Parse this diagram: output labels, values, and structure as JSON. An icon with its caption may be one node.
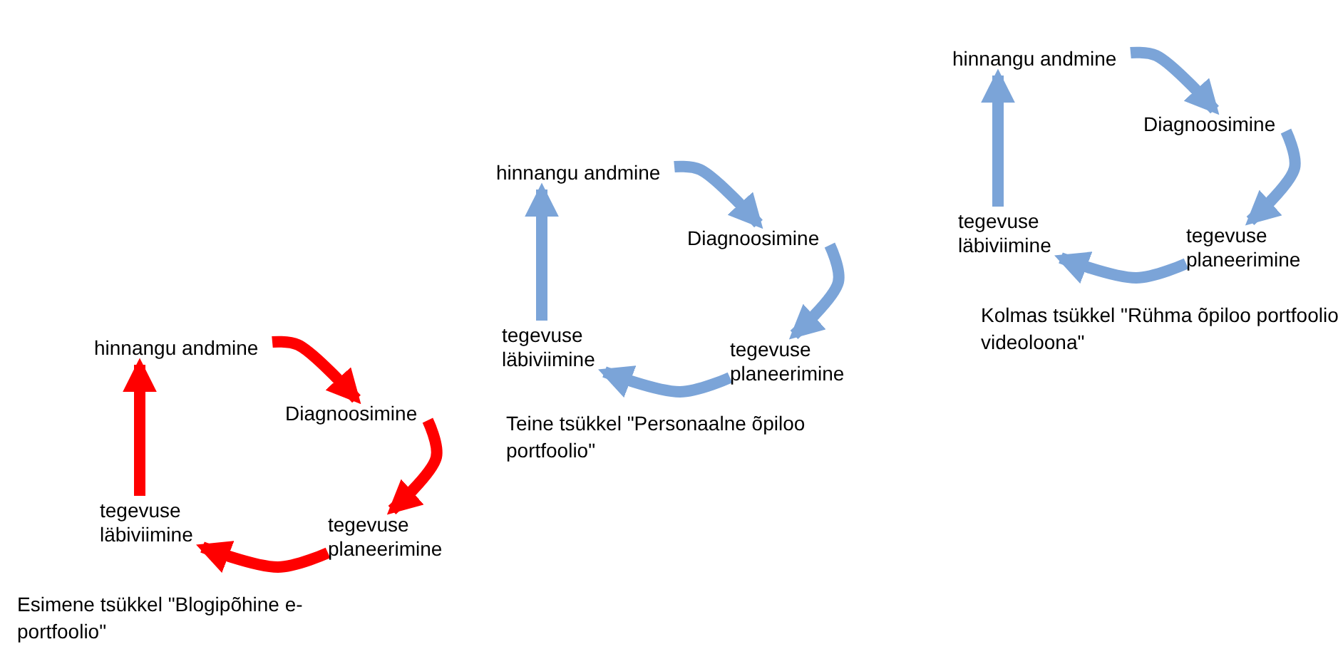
{
  "diagram": {
    "nodes": [
      {
        "text": [
          "hinnangu andmine"
        ]
      },
      {
        "text": [
          "Diagnoosimine"
        ]
      },
      {
        "text": [
          "tegevuse planeerimine"
        ]
      },
      {
        "text": [
          "tegevuse läbiviimine"
        ]
      },
      {
        "text": [
          "hinnangu andmine"
        ]
      },
      {
        "text": [
          "Diagnoosimine"
        ]
      },
      {
        "text": [
          "tegevuse planeerimine"
        ]
      },
      {
        "text": [
          "tegevuse läbiviimine"
        ]
      },
      {
        "text": [
          "hinnangu andmine"
        ]
      },
      {
        "text": [
          "Diagnoosimine"
        ]
      },
      {
        "text": [
          "tegevuse planeerimine"
        ]
      },
      {
        "text": [
          "tegevuse läbiviimine"
        ]
      }
    ],
    "edges": [
      {
        "from": 0,
        "to": 1,
        "arrow": "to",
        "color": "#ff0000"
      },
      {
        "from": 1,
        "to": 2,
        "arrow": "to",
        "color": "#ff0000"
      },
      {
        "from": 2,
        "to": 3,
        "arrow": "to",
        "color": "#ff0000"
      },
      {
        "from": 3,
        "to": 0,
        "arrow": "to",
        "color": "#ff0000"
      },
      {
        "from": 4,
        "to": 5,
        "arrow": "to"
      },
      {
        "from": 5,
        "to": 6,
        "arrow": "to"
      },
      {
        "from": 6,
        "to": 7,
        "arrow": "to"
      },
      {
        "from": 7,
        "to": 4,
        "arrow": "to"
      },
      {
        "from": 8,
        "to": 9,
        "arrow": "to"
      },
      {
        "from": 9,
        "to": 10,
        "arrow": "to"
      },
      {
        "from": 10,
        "to": 11,
        "arrow": "to"
      },
      {
        "from": 11,
        "to": 8,
        "arrow": "to"
      }
    ],
    "labels": [
      "Kolmas tsükkel \"Rühma õpiloo portfoolio videoloona\"",
      "Teine tsükkel \"Personaalne õpiloo portfoolio\"",
      "Esimene tsükkel \"Blogipõhine e-portfoolio\""
    ]
  }
}
